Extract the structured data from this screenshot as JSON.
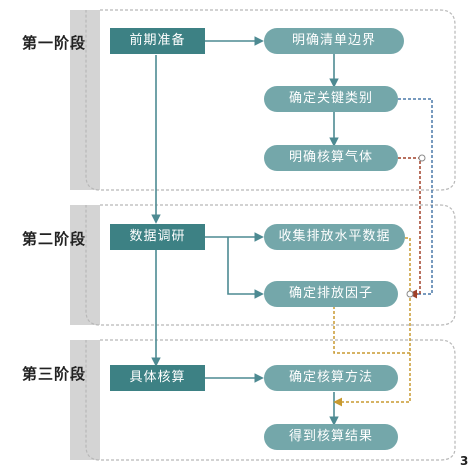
{
  "stages": {
    "stage1": {
      "label": "第一阶段"
    },
    "stage2": {
      "label": "第二阶段"
    },
    "stage3": {
      "label": "第三阶段"
    }
  },
  "nodes": {
    "prep": "前期准备",
    "define_boundary": "明确清单边界",
    "define_categories": "确定关键类别",
    "define_gases": "明确核算气体",
    "data_research": "数据调研",
    "collect_activity": "收集排放水平数据",
    "emission_factors": "确定排放因子",
    "accounting": "具体核算",
    "method": "确定核算方法",
    "results": "得到核算结果"
  },
  "page_number": "3",
  "colors": {
    "dark_node": "#3d8184",
    "light_node": "#74a7aa",
    "main_arrow": "#4d8a92",
    "blue_dashed": "#4a78a8",
    "red_dashed": "#a04028",
    "orange_dashed": "#c89a30",
    "panel_border": "#b8b8b8"
  }
}
